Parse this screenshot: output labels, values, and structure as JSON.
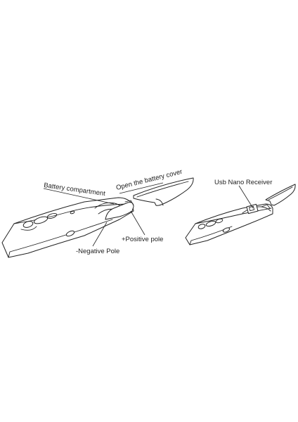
{
  "labels": {
    "battery_compartment": "Battery  compartment",
    "open_battery_cover": "Open the battery cover",
    "positive_pole": "+Positive pole",
    "negative_pole": "-Negative Pole",
    "usb_nano_receiver": "Usb Nano Receiver"
  }
}
